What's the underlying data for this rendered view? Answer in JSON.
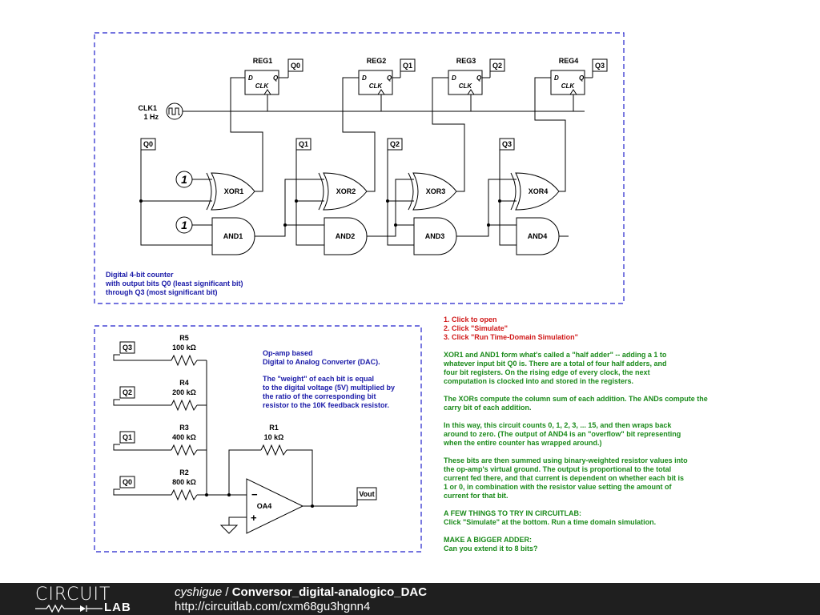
{
  "counter": {
    "clock_label": "CLK1",
    "clock_freq": "1 Hz",
    "registers": [
      {
        "name": "REG1",
        "q": "Q0"
      },
      {
        "name": "REG2",
        "q": "Q1"
      },
      {
        "name": "REG3",
        "q": "Q2"
      },
      {
        "name": "REG4",
        "q": "Q3"
      }
    ],
    "reg_d": "D",
    "reg_q": "Q",
    "reg_clk": "CLK",
    "xor_gates": [
      "XOR1",
      "XOR2",
      "XOR3",
      "XOR4"
    ],
    "and_gates": [
      "AND1",
      "AND2",
      "AND3",
      "AND4"
    ],
    "inputs": [
      "Q0",
      "Q1",
      "Q2",
      "Q3"
    ],
    "constant": "1",
    "description": [
      "Digital 4-bit counter",
      "with output bits Q0 (least significant bit)",
      "through Q3 (most significant bit)"
    ]
  },
  "dac": {
    "resistors": [
      {
        "name": "R5",
        "value": "100 kΩ",
        "input": "Q3"
      },
      {
        "name": "R4",
        "value": "200 kΩ",
        "input": "Q2"
      },
      {
        "name": "R3",
        "value": "400 kΩ",
        "input": "Q1"
      },
      {
        "name": "R2",
        "value": "800 kΩ",
        "input": "Q0"
      }
    ],
    "feedback": {
      "name": "R1",
      "value": "10 kΩ"
    },
    "opamp": "OA4",
    "opamp_minus": "−",
    "opamp_plus": "+",
    "output": "Vout",
    "description_1": [
      "Op-amp based",
      "Digital to Analog Converter (DAC)."
    ],
    "description_2": [
      "The \"weight\" of each bit is equal",
      "to the digital voltage (5V) multiplied by",
      "the ratio of the corresponding bit",
      "resistor to the 10K feedback resistor."
    ]
  },
  "notes": {
    "steps": "1. Click to open\n2. Click \"Simulate\"\n3. Click \"Run Time-Domain Simulation\"",
    "half_adder": "XOR1 and AND1 form what's called a \"half adder\" -- adding a 1 to\nwhatever input bit Q0 is. There are a total of four half adders, and\nfour bit registers. On the rising edge of every clock, the next\ncomputation is clocked into and stored in the registers.",
    "xors": "The XORs compute the column sum of each addition. The ANDs compute the\ncarry bit of each addition.",
    "counting": "In this way, this circuit counts 0, 1, 2, 3, ... 15, and then wraps back\naround to zero. (The output of AND4 is an \"overflow\" bit representing\nwhen the entire counter has wrapped around.)",
    "summing": "These bits are then summed using binary-weighted resistor values into\nthe op-amp's virtual ground. The output is proportional to the total\ncurrent fed there, and that current is dependent on whether each bit is\n1 or 0, in combination with the resistor value setting the amount of\ncurrent for that bit.",
    "try": "A FEW THINGS TO TRY IN CIRCUITLAB:\nClick \"Simulate\" at the bottom. Run a time domain simulation.",
    "bigger": "MAKE A BIGGER ADDER:\nCan you extend it to 8 bits?"
  },
  "footer": {
    "logo_top": "CIRCUIT",
    "logo_bottom": "LAB",
    "user": "cyshigue",
    "separator": " / ",
    "project": "Conversor_digital-analogico_DAC",
    "url": "http://circuitlab.com/cxm68gu3hgnn4"
  },
  "colors": {
    "frame": "#2222cc",
    "red_text": "#d11a1a",
    "green_text": "#1a8a1a",
    "blue_text": "#1a1aa8",
    "footer_bg": "#1f1f1f"
  }
}
